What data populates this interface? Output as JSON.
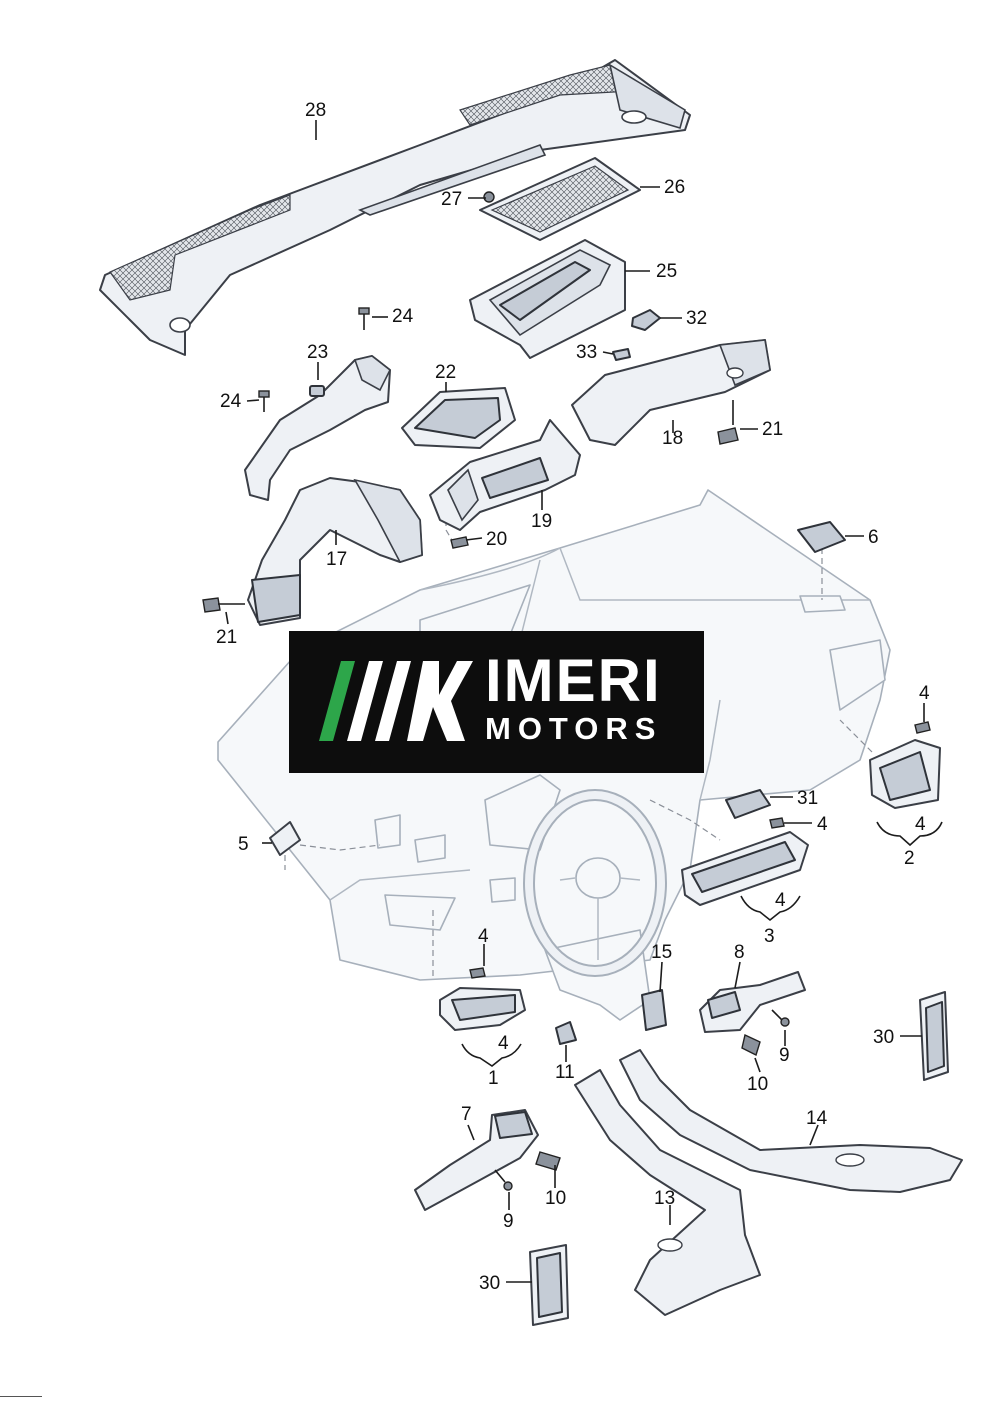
{
  "brand": {
    "name": "IMERI",
    "sub": "MOTORS",
    "stripe_colors": [
      "#2da64a",
      "#ffffff",
      "#ffffff",
      "#ffffff"
    ]
  },
  "callouts": [
    {
      "id": "c28",
      "label": "28"
    },
    {
      "id": "c27",
      "label": "27"
    },
    {
      "id": "c26",
      "label": "26"
    },
    {
      "id": "c25",
      "label": "25"
    },
    {
      "id": "c24a",
      "label": "24"
    },
    {
      "id": "c32",
      "label": "32"
    },
    {
      "id": "c23",
      "label": "23"
    },
    {
      "id": "c33",
      "label": "33"
    },
    {
      "id": "c24b",
      "label": "24"
    },
    {
      "id": "c22",
      "label": "22"
    },
    {
      "id": "c21a",
      "label": "21"
    },
    {
      "id": "c18",
      "label": "18"
    },
    {
      "id": "c6",
      "label": "6"
    },
    {
      "id": "c20",
      "label": "20"
    },
    {
      "id": "c19",
      "label": "19"
    },
    {
      "id": "c17",
      "label": "17"
    },
    {
      "id": "c21b",
      "label": "21"
    },
    {
      "id": "c4a",
      "label": "4"
    },
    {
      "id": "c31",
      "label": "31"
    },
    {
      "id": "c4b",
      "label": "4"
    },
    {
      "id": "c5",
      "label": "5"
    },
    {
      "id": "c4c",
      "label": "4"
    },
    {
      "id": "c2",
      "label": "2"
    },
    {
      "id": "c4d",
      "label": "4"
    },
    {
      "id": "c3",
      "label": "3"
    },
    {
      "id": "c4e",
      "label": "4"
    },
    {
      "id": "c15",
      "label": "15"
    },
    {
      "id": "c8",
      "label": "8"
    },
    {
      "id": "c30a",
      "label": "30"
    },
    {
      "id": "c4f",
      "label": "4"
    },
    {
      "id": "c1",
      "label": "1"
    },
    {
      "id": "c9a",
      "label": "9"
    },
    {
      "id": "c11",
      "label": "11"
    },
    {
      "id": "c10a",
      "label": "10"
    },
    {
      "id": "c7",
      "label": "7"
    },
    {
      "id": "c14",
      "label": "14"
    },
    {
      "id": "c10b",
      "label": "10"
    },
    {
      "id": "c13",
      "label": "13"
    },
    {
      "id": "c9b",
      "label": "9"
    },
    {
      "id": "c30b",
      "label": "30"
    }
  ]
}
